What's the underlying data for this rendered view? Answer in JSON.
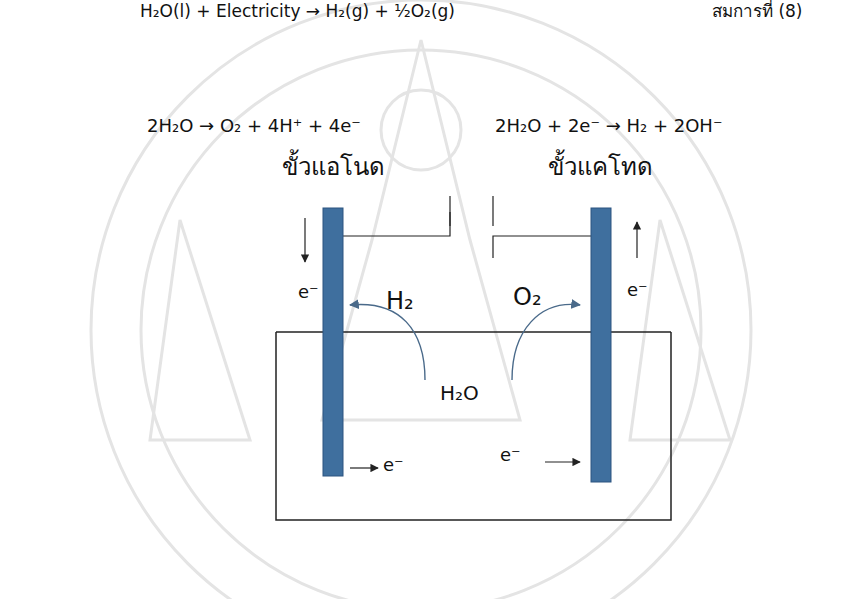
{
  "diagram": {
    "labels": [
      "H₂O(l) + Electricity → H₂(g) + ½O₂(g)",
      "สมการที่ (8)",
      "2H₂O → O₂ + 4H⁺ + 4e⁻",
      "2H₂O + 2e⁻ → H₂ + 2OH⁻",
      "ขั้วแอโนด",
      "ขั้วแคโทด",
      "e⁻",
      "e⁻",
      "e⁻",
      "e⁻",
      "H₂",
      "O₂",
      "H₂O"
    ]
  }
}
